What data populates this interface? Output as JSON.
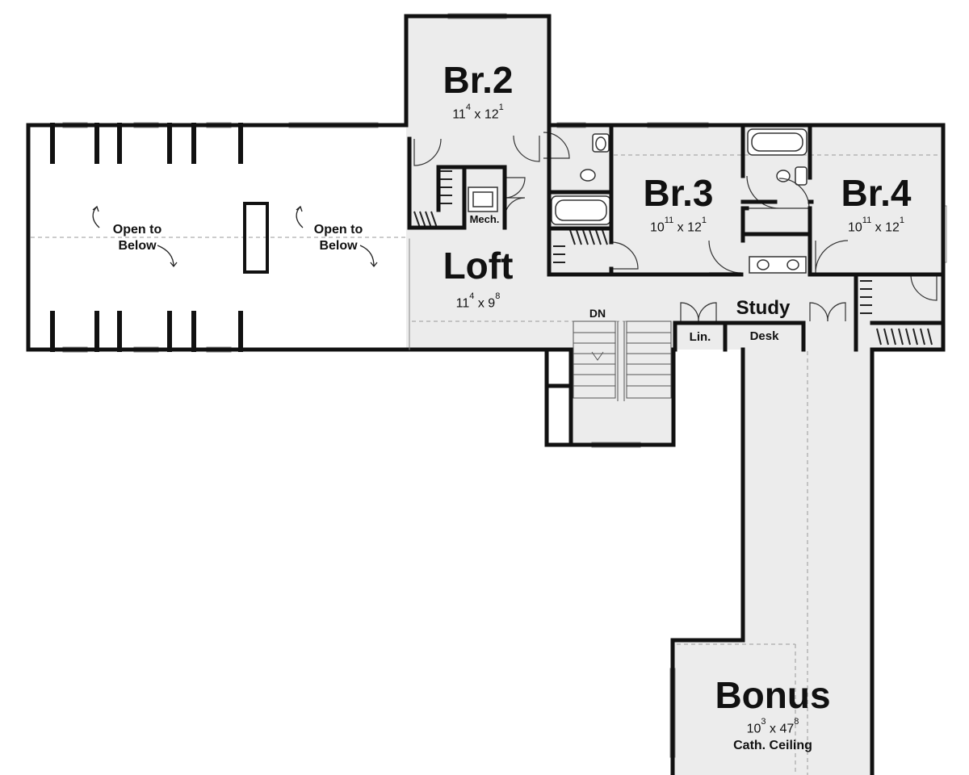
{
  "rooms": {
    "br2": {
      "name": "Br.2",
      "dim": {
        "w": "11",
        "w_in": "4",
        "l": "12",
        "l_in": "1"
      }
    },
    "br3": {
      "name": "Br.3",
      "dim": {
        "w": "10",
        "w_in": "11",
        "l": "12",
        "l_in": "1"
      }
    },
    "br4": {
      "name": "Br.4",
      "dim": {
        "w": "10",
        "w_in": "11",
        "l": "12",
        "l_in": "1"
      }
    },
    "loft": {
      "name": "Loft",
      "dim": {
        "w": "11",
        "w_in": "4",
        "l": "9",
        "l_in": "8"
      }
    },
    "bonus": {
      "name": "Bonus",
      "dim": {
        "w": "10",
        "w_in": "3",
        "l": "47",
        "l_in": "8"
      },
      "note": "Cath. Ceiling"
    }
  },
  "labels": {
    "study": "Study",
    "desk": "Desk",
    "linen": "Lin.",
    "mech": "Mech.",
    "stair_down": "DN",
    "open_left_1": "Open to",
    "open_left_2": "Below",
    "open_right_1": "Open to",
    "open_right_2": "Below",
    "dim_x": "x"
  },
  "colors": {
    "wall": "#111111",
    "floor": "#ececec",
    "open_area": "#ffffff",
    "line": "#9a9a9a"
  }
}
